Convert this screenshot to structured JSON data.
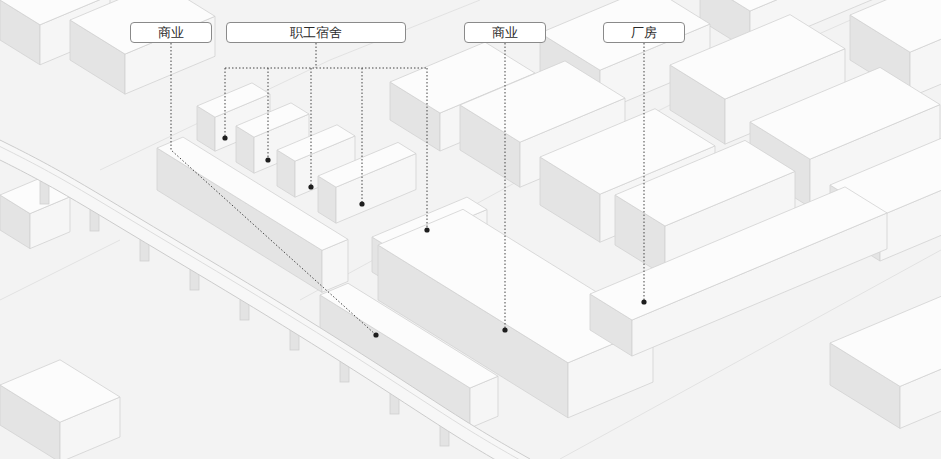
{
  "diagram": {
    "nodes": [
      {
        "text": [
          "商业"
        ]
      },
      {
        "text": [
          "职工宿舍"
        ]
      },
      {
        "text": [
          "商业"
        ]
      },
      {
        "text": [
          "厂房"
        ]
      }
    ]
  }
}
